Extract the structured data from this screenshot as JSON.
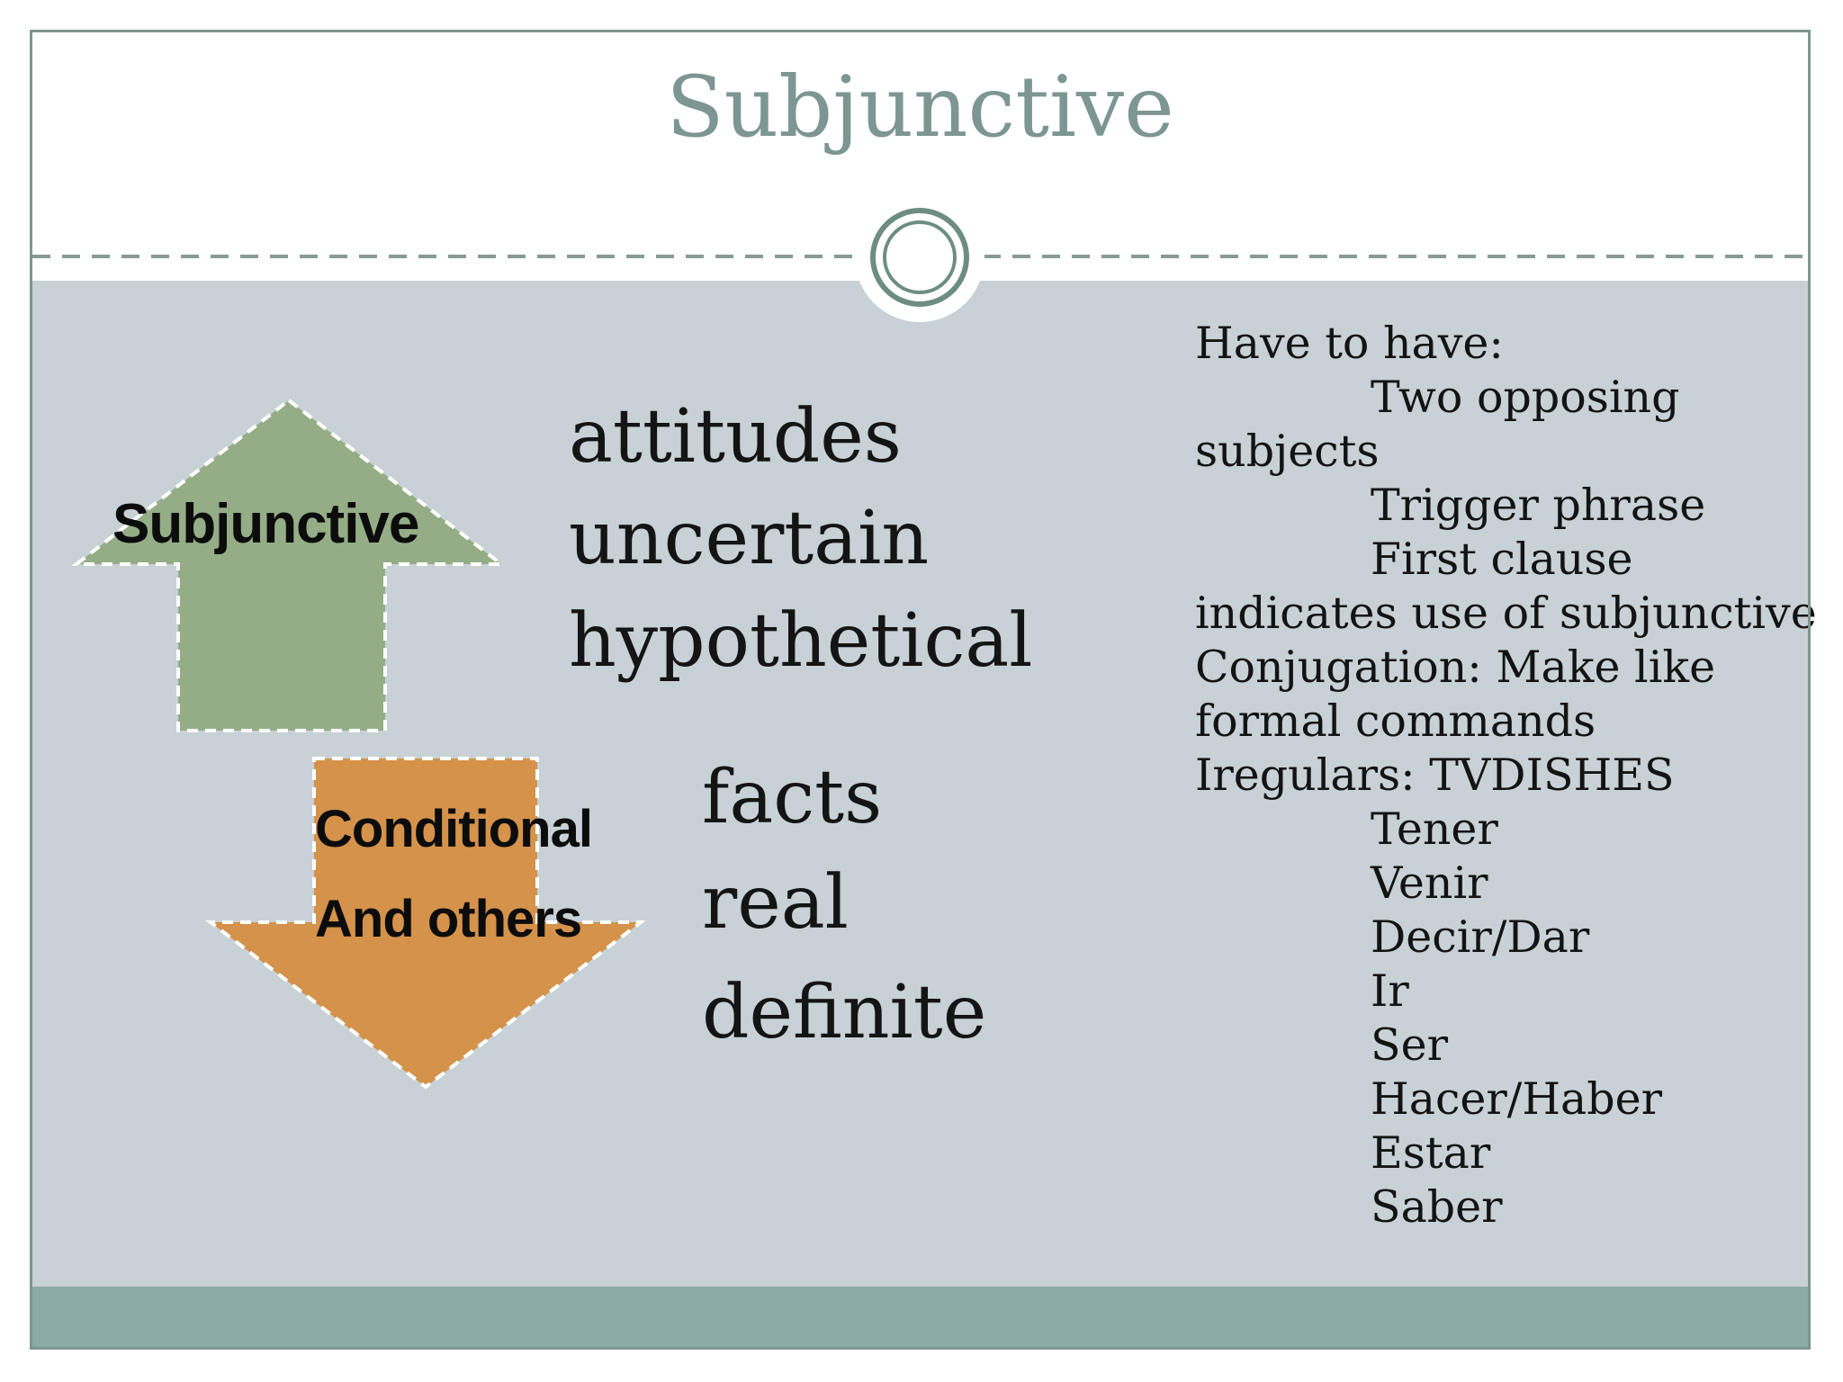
{
  "slide": {
    "title": "Subjunctive",
    "up_arrow": {
      "label": "Subjunctive",
      "words": [
        "attitudes",
        "uncertain",
        "hypothetical"
      ]
    },
    "down_arrow": {
      "label_top": "Conditional",
      "label_bottom": "And others",
      "words": [
        "facts",
        "real",
        "definite"
      ]
    },
    "notes": {
      "lines": [
        {
          "text": "Have to have:"
        },
        {
          "text": "Two opposing"
        },
        {
          "text": "subjects"
        },
        {
          "text": "Trigger phrase"
        },
        {
          "text": "First clause"
        },
        {
          "text": "indicates use of subjunctive"
        },
        {
          "text": "Conjugation: Make like"
        },
        {
          "text": "formal commands"
        },
        {
          "text": "Iregulars: TVDISHES"
        },
        {
          "text": "Tener"
        },
        {
          "text": "Venir"
        },
        {
          "text": "Decir/Dar"
        },
        {
          "text": "Ir"
        },
        {
          "text": "Ser"
        },
        {
          "text": "Hacer/Haber"
        },
        {
          "text": "Estar"
        },
        {
          "text": "Saber"
        }
      ]
    },
    "colors": {
      "title_text": "#7d9692",
      "frame_border": "#7d9690",
      "divider_dash": "#879b96",
      "ring": "#6d8d83",
      "content_bg": "#c8d1d5",
      "bottom_bar": "#8caba6",
      "green_arrow": "#94ad86",
      "orange_arrow": "#d4924a",
      "arrow_outline": "#ffffff",
      "body_text": "#131313"
    }
  }
}
